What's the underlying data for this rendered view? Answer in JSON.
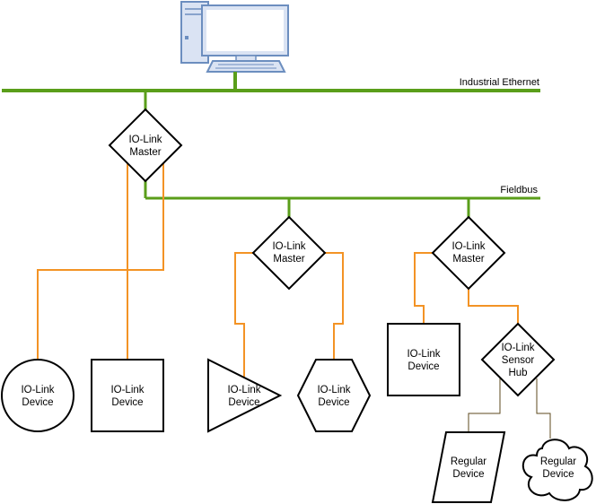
{
  "buses": {
    "ethernet": {
      "label": "Industrial Ethernet"
    },
    "fieldbus": {
      "label": "Fieldbus"
    }
  },
  "nodes": {
    "master_top": {
      "line1": "IO-Link",
      "line2": "Master"
    },
    "master_mid": {
      "line1": "IO-Link",
      "line2": "Master"
    },
    "master_right": {
      "line1": "IO-Link",
      "line2": "Master"
    },
    "device_circle": {
      "line1": "IO-Link",
      "line2": "Device"
    },
    "device_square": {
      "line1": "IO-Link",
      "line2": "Device"
    },
    "device_triangle": {
      "line1": "IO-Link",
      "line2": "Device"
    },
    "device_hexagon": {
      "line1": "IO-Link",
      "line2": "Device"
    },
    "device_right": {
      "line1": "IO-Link",
      "line2": "Device"
    },
    "sensor_hub": {
      "line1": "IO-Link",
      "line2": "Sensor",
      "line3": "Hub"
    },
    "regular_para": {
      "line1": "Regular",
      "line2": "Device"
    },
    "regular_cloud": {
      "line1": "Regular",
      "line2": "Device"
    }
  },
  "colors": {
    "bus_green": "#5a9e1a",
    "io_link_orange": "#f39325",
    "regular_link": "#5c4a1e",
    "computer_fill": "#dae3f3",
    "computer_stroke": "#6c8ebf"
  },
  "icons": {
    "computer": "desktop-computer-icon"
  }
}
